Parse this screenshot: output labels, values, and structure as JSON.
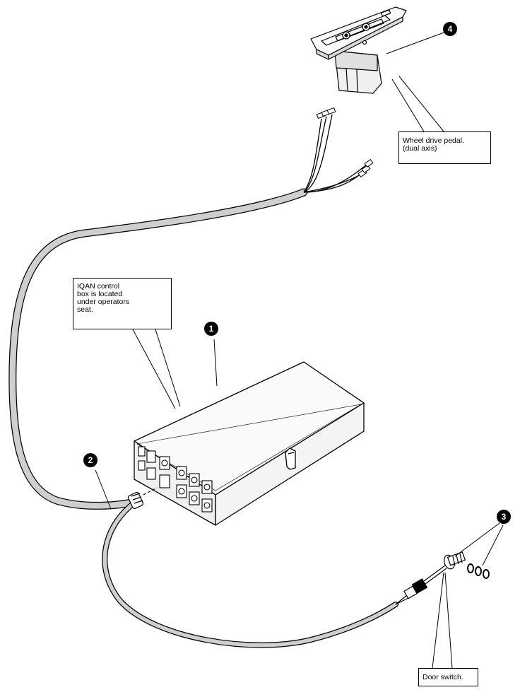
{
  "callouts": {
    "item1": "1",
    "item2": "2",
    "item3": "3",
    "item4": "4"
  },
  "labels": {
    "pedal": [
      "Wheel drive pedal.",
      "(dual axis)"
    ],
    "control_box": [
      "IQAN control",
      "box is located",
      "under operators",
      "seat."
    ],
    "door_switch": [
      "Door switch."
    ]
  },
  "colors": {
    "line": "#000000",
    "harness_fill": "#cfcfcf",
    "box_fill": "#f7f7f7",
    "badge": "#000000"
  }
}
